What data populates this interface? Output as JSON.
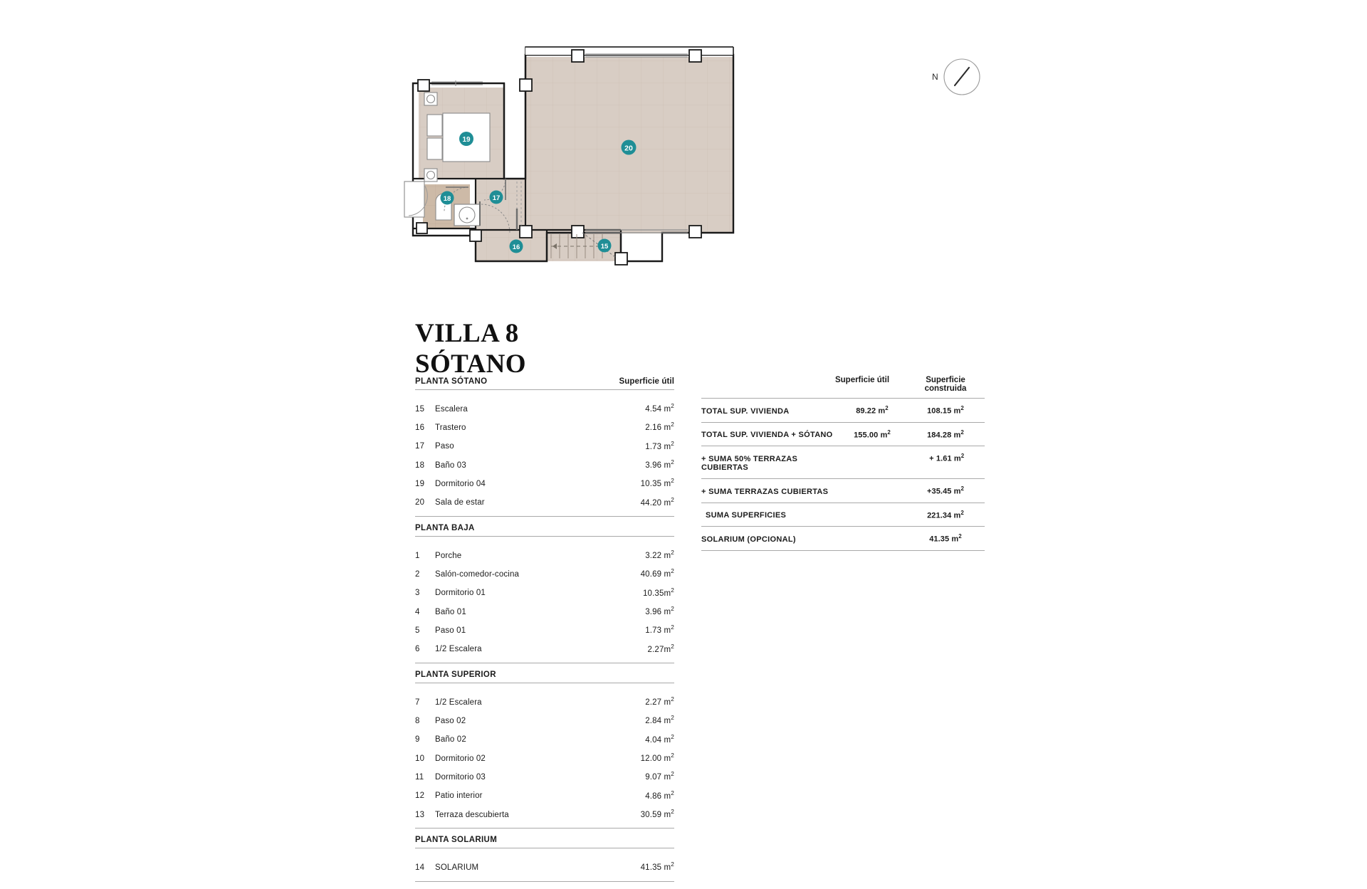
{
  "document": {
    "title_line1": "VILLA 8",
    "title_line2": "SÓTANO",
    "compass_label": "N"
  },
  "plan": {
    "markers": [
      {
        "id": "15",
        "label": "15",
        "room": "Escalera"
      },
      {
        "id": "16",
        "label": "16",
        "room": "Trastero"
      },
      {
        "id": "17",
        "label": "17",
        "room": "Paso"
      },
      {
        "id": "18",
        "label": "18",
        "room": "Baño 03"
      },
      {
        "id": "19",
        "label": "19",
        "room": "Dormitorio 04"
      },
      {
        "id": "20",
        "label": "20",
        "room": "Sala de estar"
      }
    ],
    "colors": {
      "marker_fill": "#1f8e96",
      "floor_light": "#d9cdc3",
      "floor_main": "#d8cdc4",
      "floor_dark": "#cdbaa8",
      "wall_stroke": "#1a1a1a",
      "tile_line": "#c9bcb1"
    }
  },
  "left_table": {
    "sections": [
      {
        "heading": "PLANTA SÓTANO",
        "heading_right": "Superficie útil",
        "rows": [
          {
            "num": "15",
            "name": "Escalera",
            "value": "4.54 m"
          },
          {
            "num": "16",
            "name": "Trastero",
            "value": "2.16 m"
          },
          {
            "num": "17",
            "name": "Paso",
            "value": "1.73 m"
          },
          {
            "num": "18",
            "name": "Baño 03",
            "value": "3.96 m"
          },
          {
            "num": "19",
            "name": "Dormitorio 04",
            "value": "10.35 m"
          },
          {
            "num": "20",
            "name": "Sala de estar",
            "value": "44.20 m"
          }
        ]
      },
      {
        "heading": "PLANTA BAJA",
        "heading_right": "",
        "rows": [
          {
            "num": "1",
            "name": "Porche",
            "value": "3.22 m"
          },
          {
            "num": "2",
            "name": "Salón-comedor-cocina",
            "value": "40.69 m"
          },
          {
            "num": "3",
            "name": "Dormitorio 01",
            "value": "10.35m"
          },
          {
            "num": "4",
            "name": "Baño 01",
            "value": "3.96 m"
          },
          {
            "num": "5",
            "name": "Paso 01",
            "value": "1.73 m"
          },
          {
            "num": "6",
            "name": "1/2 Escalera",
            "value": "2.27m"
          }
        ]
      },
      {
        "heading": "PLANTA SUPERIOR",
        "heading_right": "",
        "rows": [
          {
            "num": "7",
            "name": "1/2 Escalera",
            "value": "2.27 m"
          },
          {
            "num": "8",
            "name": "Paso 02",
            "value": "2.84 m"
          },
          {
            "num": "9",
            "name": "Baño 02",
            "value": "4.04 m"
          },
          {
            "num": "10",
            "name": "Dormitorio 02",
            "value": "12.00 m"
          },
          {
            "num": "11",
            "name": "Dormitorio 03",
            "value": "9.07 m"
          },
          {
            "num": "12",
            "name": "Patio interior",
            "value": "4.86 m"
          },
          {
            "num": "13",
            "name": "Terraza descubierta",
            "value": "30.59 m"
          }
        ]
      },
      {
        "heading": "PLANTA SOLARIUM",
        "heading_right": "",
        "rows": [
          {
            "num": "14",
            "name": "SOLARIUM",
            "value": "41.35 m"
          }
        ]
      }
    ]
  },
  "right_table": {
    "header": {
      "col1": "Superficie útil",
      "col2": "Superficie construida"
    },
    "rows": [
      {
        "label": "TOTAL SUP. VIVIENDA",
        "util": "89.22 m",
        "construida": "108.15 m"
      },
      {
        "label": "TOTAL SUP. VIVIENDA + SÓTANO",
        "util": "155.00  m",
        "construida": "184.28 m"
      },
      {
        "label": "+ SUMA 50% TERRAZAS CUBIERTAS",
        "util": "",
        "construida": "+ 1.61 m"
      },
      {
        "label": "+ SUMA TERRAZAS CUBIERTAS",
        "util": "",
        "construida": "+35.45 m"
      },
      {
        "label": "SUMA SUPERFICIES",
        "util": "",
        "construida": "221.34 m"
      },
      {
        "label": "SOLARIUM (OPCIONAL)",
        "util": "",
        "construida": "41.35 m"
      }
    ]
  }
}
